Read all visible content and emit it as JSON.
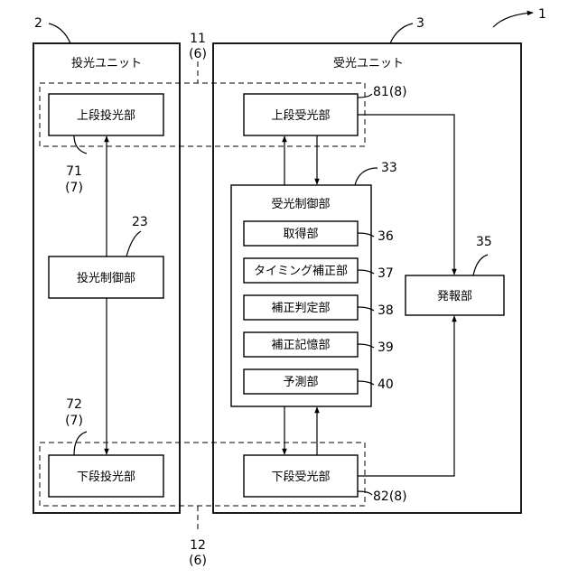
{
  "units": {
    "projector": {
      "label": "投光ユニット",
      "ref": "2"
    },
    "receiver": {
      "label": "受光ユニット",
      "ref": "3"
    }
  },
  "system_ref": "1",
  "blocks": {
    "upper_projector": {
      "label": "上段投光部"
    },
    "lower_projector": {
      "label": "下段投光部"
    },
    "projector_control": {
      "label": "投光制御部"
    },
    "upper_receiver": {
      "label": "上段受光部"
    },
    "lower_receiver": {
      "label": "下段受光部"
    },
    "receiver_control": {
      "label": "受光制御部"
    },
    "acquisition": {
      "label": "取得部"
    },
    "timing_correction": {
      "label": "タイミング補正部"
    },
    "correction_judgment": {
      "label": "補正判定部"
    },
    "correction_memory": {
      "label": "補正記憶部"
    },
    "prediction": {
      "label": "予測部"
    },
    "alarm": {
      "label": "発報部"
    }
  },
  "refs": {
    "upper_axis_a": "11",
    "upper_axis_b": "(6)",
    "lower_axis_a": "12",
    "lower_axis_b": "(6)",
    "upper_projector_a": "71",
    "upper_projector_b": "(7)",
    "lower_projector_a": "72",
    "lower_projector_b": "(7)",
    "projector_control": "23",
    "upper_receiver": "81(8)",
    "lower_receiver": "82(8)",
    "receiver_control": "33",
    "acquisition": "36",
    "timing_correction": "37",
    "correction_judgment": "38",
    "correction_memory": "39",
    "prediction": "40",
    "alarm": "35"
  }
}
